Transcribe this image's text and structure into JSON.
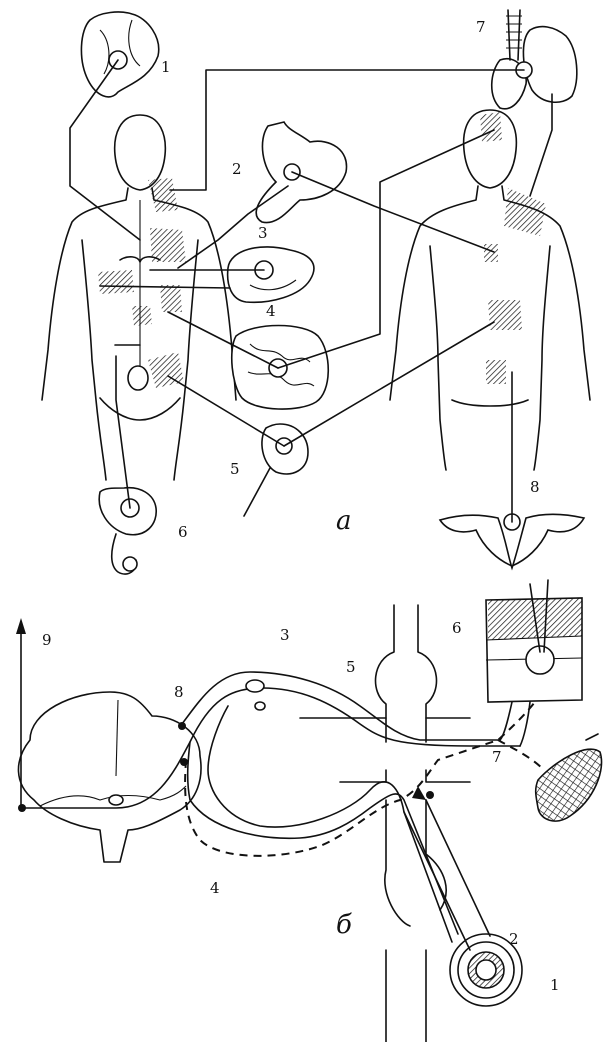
{
  "part_a": {
    "label": "а",
    "numbers": [
      "1",
      "2",
      "3",
      "4",
      "5",
      "6",
      "7",
      "8"
    ]
  },
  "part_b": {
    "label": "б",
    "numbers": [
      "1",
      "2",
      "3",
      "4",
      "5",
      "6",
      "7",
      "8",
      "9"
    ]
  }
}
